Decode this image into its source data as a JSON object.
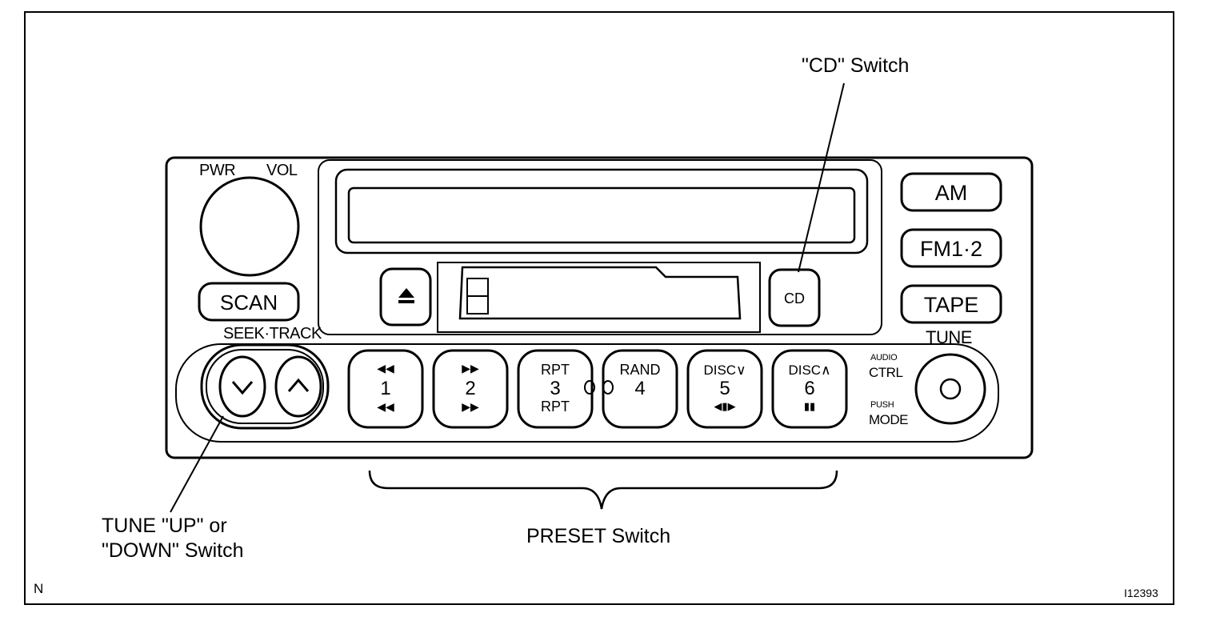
{
  "callouts": {
    "cd_switch": "\"CD\" Switch",
    "tune_switch_line1": "TUNE \"UP\" or",
    "tune_switch_line2": "\"DOWN\" Switch",
    "preset_switch": "PRESET Switch"
  },
  "corner": {
    "left": "N",
    "right": "I12393"
  },
  "panel": {
    "pwr": "PWR",
    "vol": "VOL",
    "scan": "SCAN",
    "seek_track": "SEEK·TRACK",
    "tune": "TUNE",
    "audio": "AUDIO",
    "ctrl": "CTRL",
    "push": "PUSH",
    "mode": "MODE",
    "cd": "CD",
    "mode_buttons": [
      "AM",
      "FM1·2",
      "TAPE"
    ]
  },
  "presets": [
    {
      "top": "◀◀",
      "number": "1",
      "bottom": "◀◀"
    },
    {
      "top": "▶▶",
      "number": "2",
      "bottom": "▶▶"
    },
    {
      "top": "RPT",
      "number": "3",
      "bottom": "RPT"
    },
    {
      "top": "RAND",
      "number": "4",
      "bottom": ""
    },
    {
      "top": "DISC∨",
      "number": "5",
      "bottom": "◀▮▶"
    },
    {
      "top": "DISC∧",
      "number": "6",
      "bottom": "▮▮"
    }
  ],
  "icons": {
    "eject": "eject-icon",
    "seek_down": "chevron-down-icon",
    "seek_up": "chevron-up-icon"
  }
}
